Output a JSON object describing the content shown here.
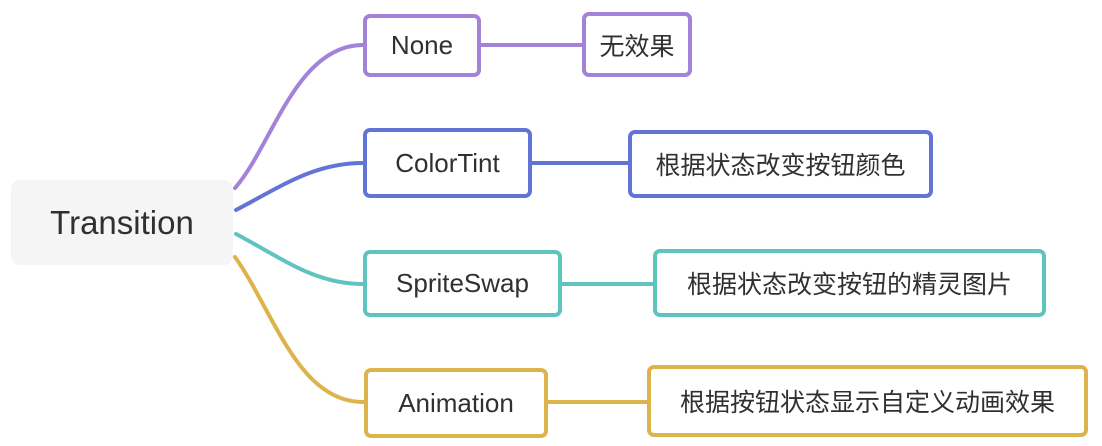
{
  "root": {
    "label": "Transition"
  },
  "branches": [
    {
      "label": "None",
      "description": "无效果",
      "color": "#a283d8"
    },
    {
      "label": "ColorTint",
      "description": "根据状态改变按钮颜色",
      "color": "#6274d6"
    },
    {
      "label": "SpriteSwap",
      "description": "根据状态改变按钮的精灵图片",
      "color": "#5fc4c0"
    },
    {
      "label": "Animation",
      "description": "根据按钮状态显示自定义动画效果",
      "color": "#ddb44c"
    }
  ],
  "colors": {
    "canvas_bg": "#ffffff",
    "root_bg": "#f5f5f6",
    "text": "#303030"
  }
}
